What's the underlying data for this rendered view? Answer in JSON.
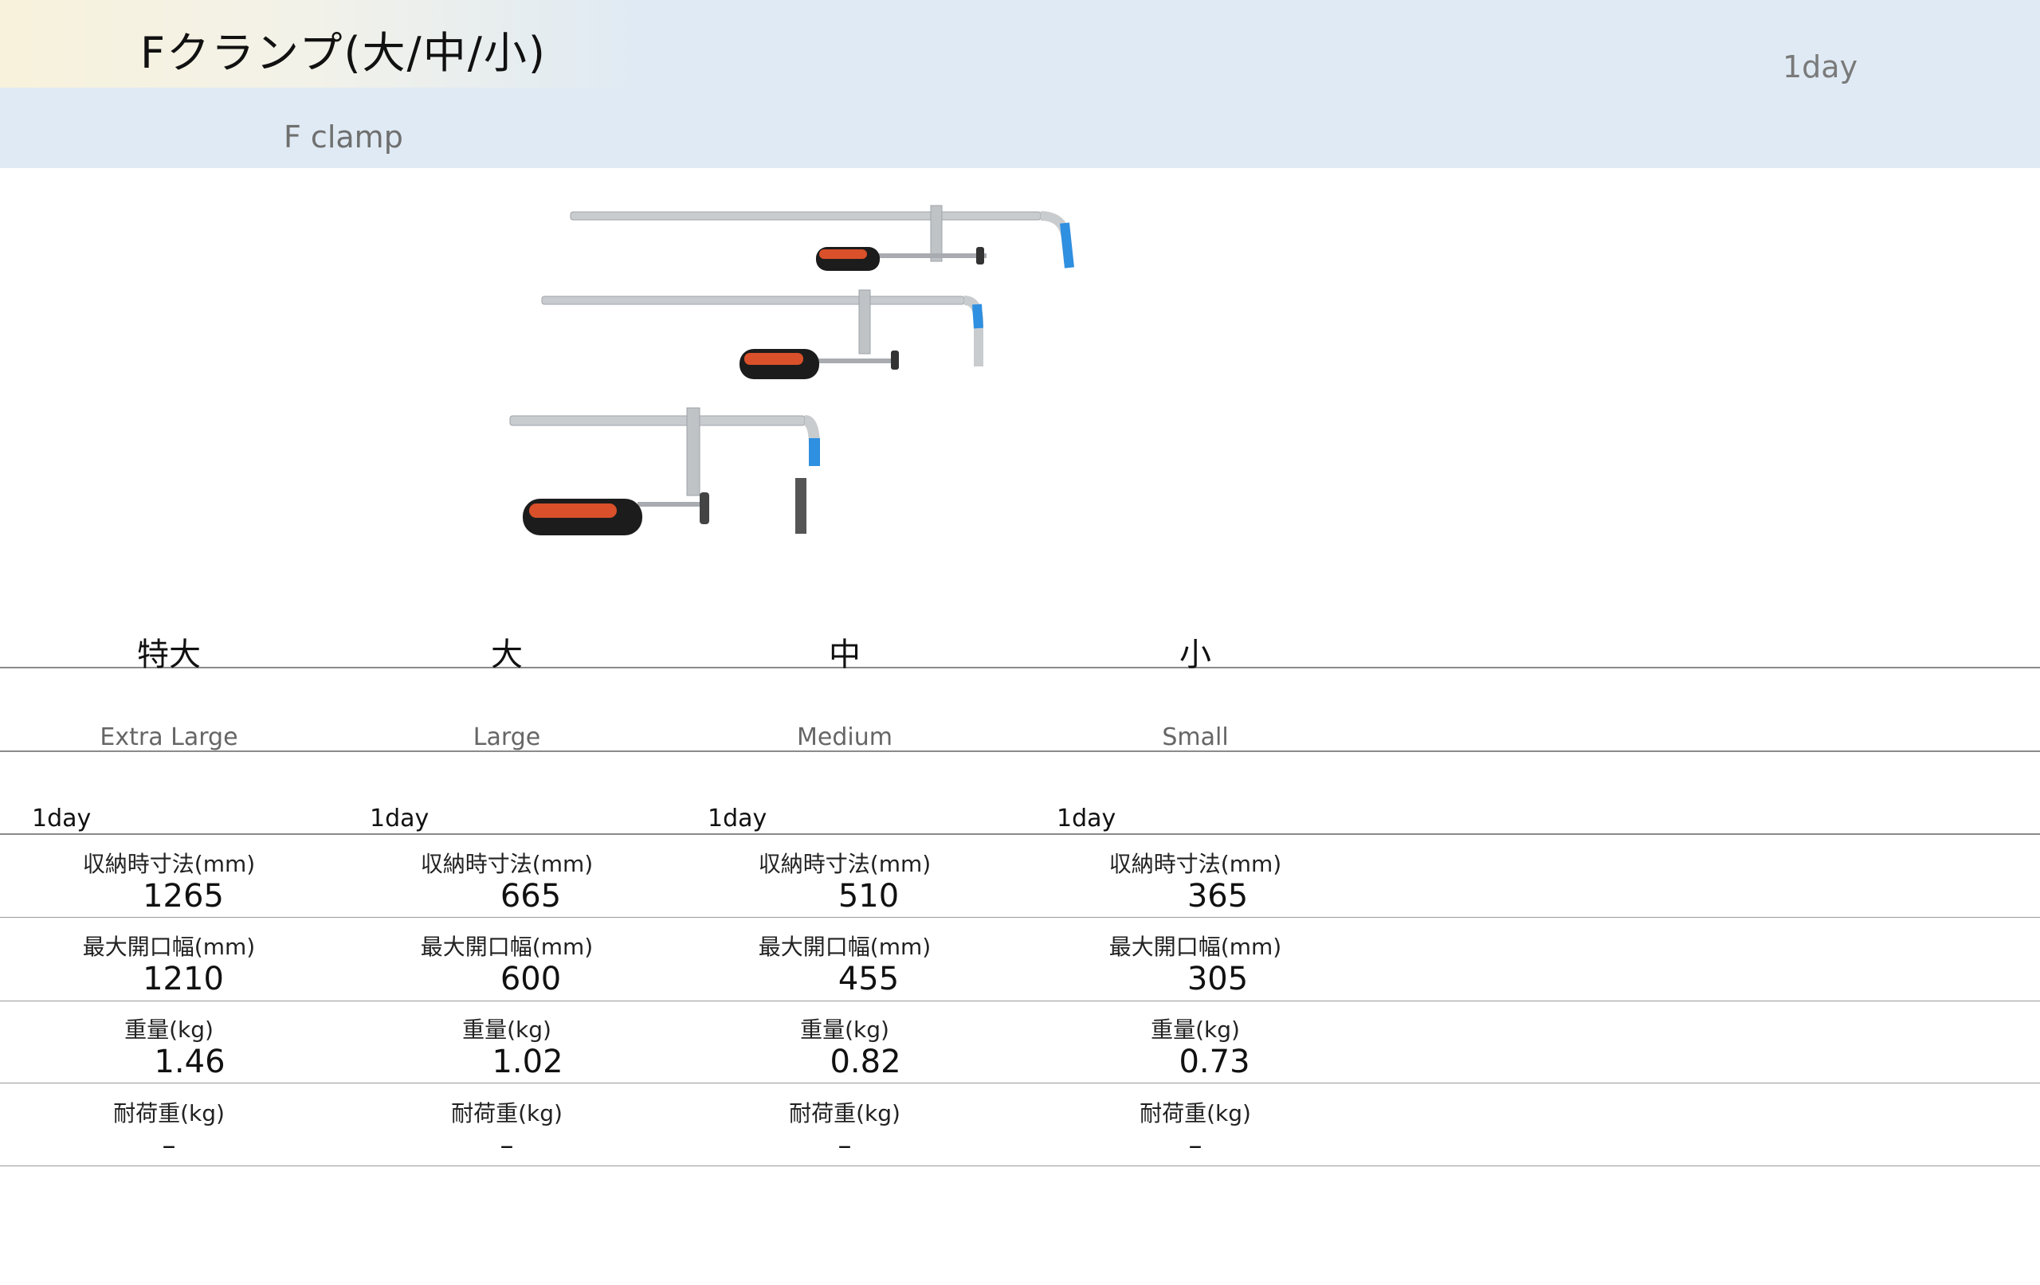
{
  "header": {
    "title": "Fクランプ(大/中/小)",
    "subtitle": "F clamp",
    "rental": "1day"
  },
  "photo": {
    "icon": "f-clamp-set-photo",
    "colors": {
      "bar": "#c9cccf",
      "tip": "#2f8fe0",
      "grip": "#d9502a",
      "handle": "#1c1c1c"
    }
  },
  "sizes": [
    {
      "jp": "特大",
      "en": "Extra Large",
      "day": "1day",
      "storage_label": "収納時寸法(mm)",
      "storage": "1265",
      "open_label": "最大開口幅(mm)",
      "open": "1210",
      "weight_label": "重量(kg)",
      "weight": "1.46",
      "load_label": "耐荷重(kg)",
      "load": "–"
    },
    {
      "jp": "大",
      "en": "Large",
      "day": "1day",
      "storage_label": "収納時寸法(mm)",
      "storage": "665",
      "open_label": "最大開口幅(mm)",
      "open": "600",
      "weight_label": "重量(kg)",
      "weight": "1.02",
      "load_label": "耐荷重(kg)",
      "load": "–"
    },
    {
      "jp": "中",
      "en": "Medium",
      "day": "1day",
      "storage_label": "収納時寸法(mm)",
      "storage": "510",
      "open_label": "最大開口幅(mm)",
      "open": "455",
      "weight_label": "重量(kg)",
      "weight": "0.82",
      "load_label": "耐荷重(kg)",
      "load": "–"
    },
    {
      "jp": "小",
      "en": "Small",
      "day": "1day",
      "storage_label": "収納時寸法(mm)",
      "storage": "365",
      "open_label": "最大開口幅(mm)",
      "open": "305",
      "weight_label": "重量(kg)",
      "weight": "0.73",
      "load_label": "耐荷重(kg)",
      "load": "–"
    }
  ]
}
